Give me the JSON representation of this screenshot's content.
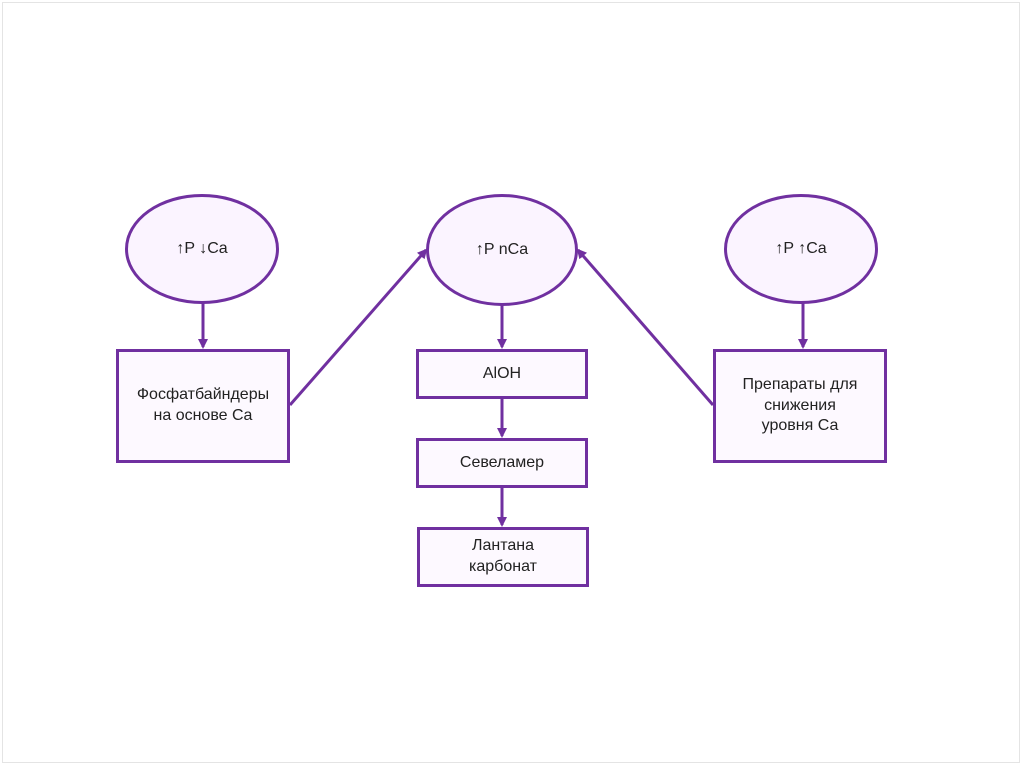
{
  "colors": {
    "stroke": "#7030a0",
    "text": "#222222"
  },
  "nodes": {
    "ellipse_left": "↑P ↓Ca",
    "ellipse_center": "↑P nCa",
    "ellipse_right": "↑P ↑Ca",
    "box_left": "Фосфатбайндеры\nна основе Ca",
    "box_aloh": "AlOH",
    "box_sevelamer": "Севеламер",
    "box_lanthanum": "Лантана\nкарбонат",
    "box_right": "Препараты для\nснижения\nуровня Са"
  }
}
